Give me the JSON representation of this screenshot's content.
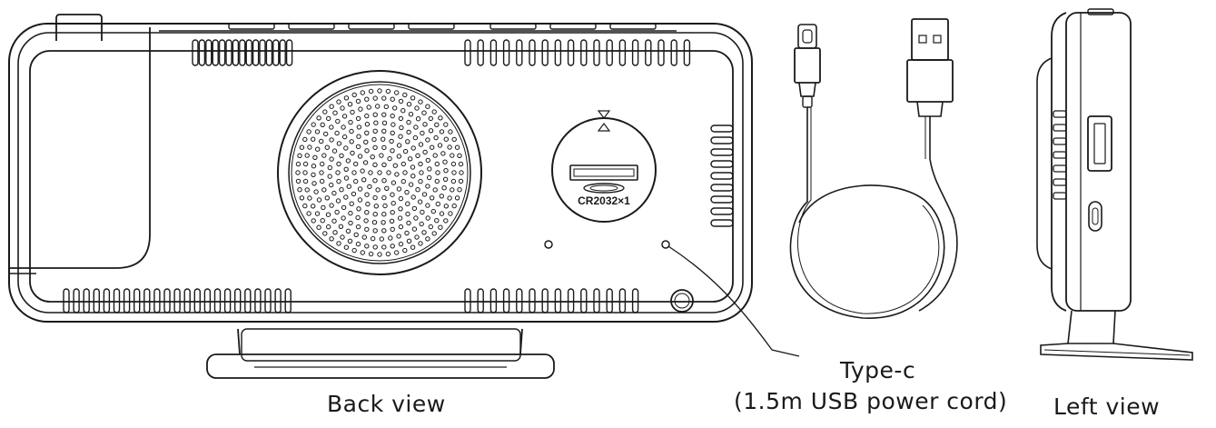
{
  "labels": {
    "back_view": "Back view",
    "type_c": "Type-c",
    "cord": "(1.5m USB power cord)",
    "left_view": "Left view",
    "battery": "CR2032×1"
  },
  "icons": {
    "speaker": "speaker-grille-icon",
    "battery": "coin-battery-icon",
    "usb_a": "usb-a-plug-icon",
    "usb_c": "usb-c-plug-icon"
  },
  "colors": {
    "line": "#1a1a1a",
    "background": "#ffffff"
  }
}
